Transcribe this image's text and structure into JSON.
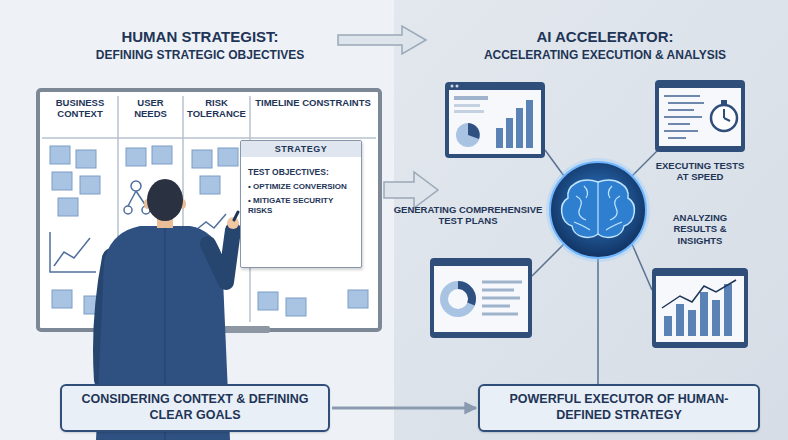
{
  "diagram": {
    "nodes": [
      {
        "text": [
          "BUSINESS CONTEXT",
          "USER NEEDS",
          "RISK TOLERANCE",
          "TIMELINE CONSTRAINTS"
        ]
      },
      {
        "text": [
          "STRATEGY",
          "TEST OBJECTIVES:",
          "• OPTIMIZE CONVERSION",
          "• MITIGATE SECURITY RISKS"
        ],
        "in": 0
      },
      {
        "text": [
          "CONSIDERING CONTEXT & DEFINING CLEAR GOALS"
        ]
      },
      {
        "text": [
          "POWERFUL EXECUTOR OF HUMAN-DEFINED STRATEGY"
        ]
      }
    ],
    "edges": [
      {
        "from": 2,
        "to": 3,
        "arrow": "to"
      }
    ],
    "labels": [
      "HUMAN STRATEGIST:",
      "DEFINING STRATEGIC OBJECTIVES",
      "AI ACCELERATOR:",
      "ACCELERATING EXECUTION & ANALYSIS",
      "GENERATING COMPREHENSIVE TEST PLANS",
      "EXECUTING TESTS AT SPEED",
      "ANALYZING RESULTS & INSIGHTS"
    ]
  }
}
